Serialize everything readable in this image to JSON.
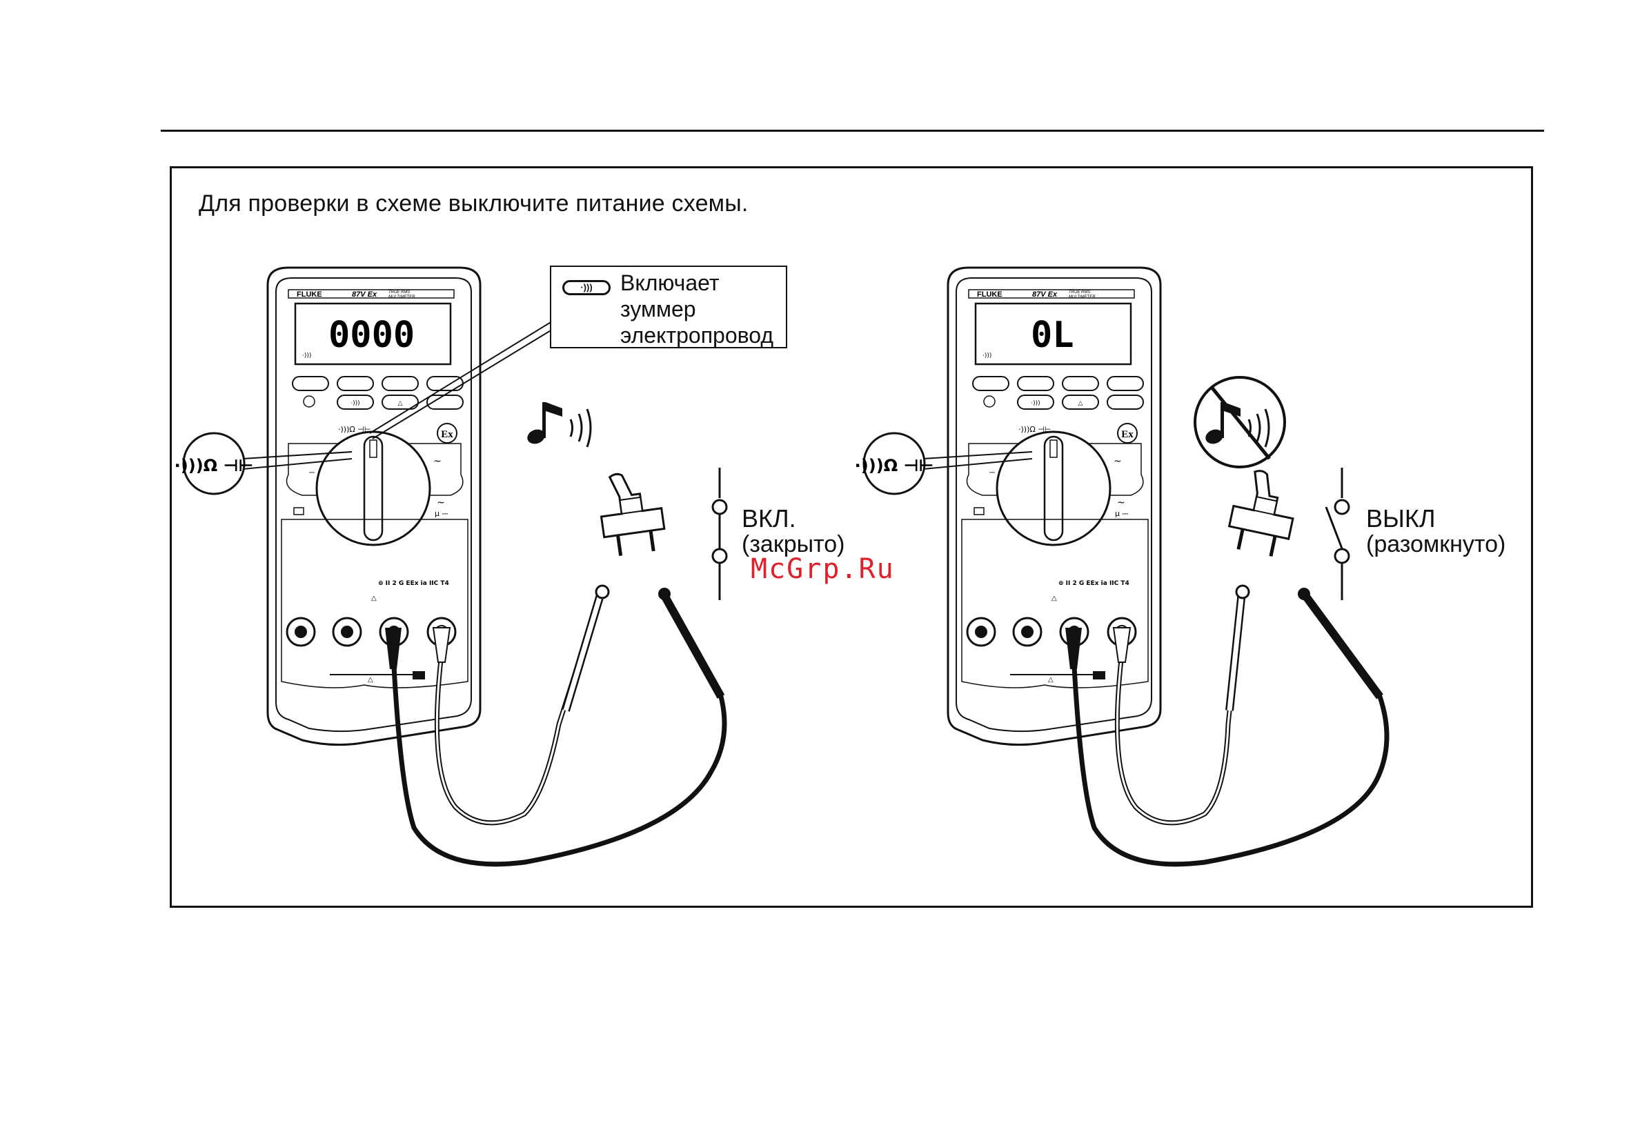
{
  "caption": "Для проверки в схеме выключите питание схемы.",
  "callout": {
    "icon_symbol": "·)))",
    "lines": [
      "Включает",
      "зуммер",
      "электропровод"
    ]
  },
  "meters": [
    {
      "brand": "FLUKE",
      "model": "87V Ex",
      "subtitle": [
        "TRUE RMS",
        "MULTIMETER"
      ],
      "display": "0000",
      "certification": "II 2 G EEx ia IIC T4",
      "dial_label": "·)))Ω ⊣⊢"
    },
    {
      "brand": "FLUKE",
      "model": "87V Ex",
      "subtitle": [
        "TRUE RMS",
        "MULTIMETER"
      ],
      "display": "0L",
      "certification": "II 2 G EEx ia IIC T4",
      "dial_label": "·)))Ω ⊣⊢"
    }
  ],
  "mode_badge": "·)))Ω ⊣⊢",
  "states": {
    "on": {
      "label": "ВКЛ.",
      "sub": "(закрыто)"
    },
    "off": {
      "label": "ВЫКЛ",
      "sub": "(разомкнуто)"
    }
  },
  "watermark": "McGrp.Ru",
  "colors": {
    "line": "#111111",
    "probe_black": "#111111",
    "probe_white": "#ffffff",
    "watermark": "#e0202a"
  }
}
